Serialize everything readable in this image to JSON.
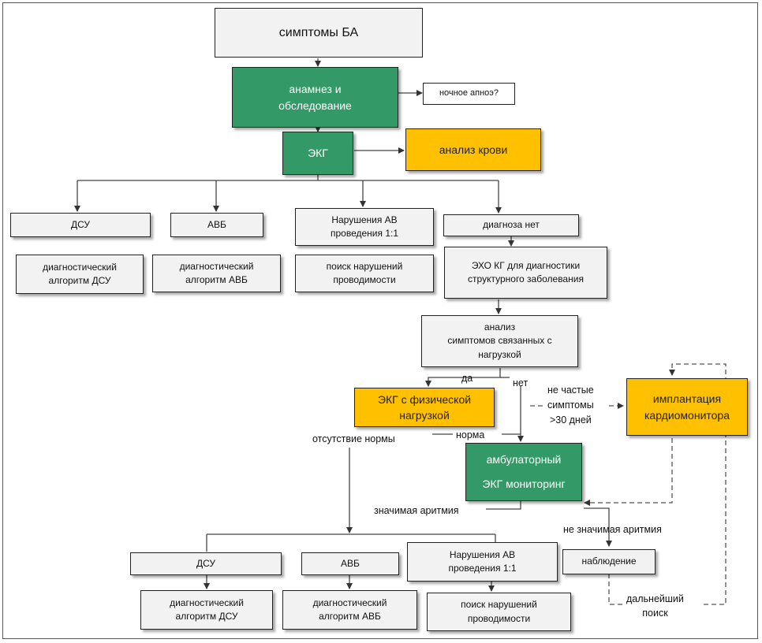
{
  "nodes": {
    "symptoms": "симптомы БА",
    "anamnesis": "анамнез и\nобследование",
    "sleep_apnea": "ночное апноэ?",
    "ecg": "ЭКГ",
    "blood": "анализ крови",
    "dsu_top": "ДСУ",
    "avb_top": "АВБ",
    "av_top": "Нарушения АВ\nпроведения 1:1",
    "no_diag": "диагноза нет",
    "dsu_alg_top": "диагностический\nалгоритм ДСУ",
    "avb_alg_top": "диагностический\nалгоритм АВБ",
    "cond_top": "поиск нарушений\nпроводимости",
    "echo": "ЭХО КГ для диагностики\nструктурного заболевания",
    "load": "анализ\nсимптомов связанных с\nнагрузкой",
    "stress_ecg": "ЭКГ с физической\nнагрузкой",
    "monitor_impl": "имплантация\nкардиомонитора",
    "holter": "амбулаторный\n\nЭКГ мониторинг",
    "dsu_bot": "ДСУ",
    "avb_bot": "АВБ",
    "av_bot": "Нарушения АВ\nпроведения 1:1",
    "observation": "наблюдение",
    "dsu_alg_bot": "диагностический\nалгоритм ДСУ",
    "avb_alg_bot": "диагностический\nалгоритм АВБ",
    "cond_bot": "поиск нарушений\nпроводимости"
  },
  "labels": {
    "yes": "да",
    "no": "нет",
    "rare": "не частые\nсимптомы\n>30 дней",
    "abnormal": "отсутствие нормы",
    "norm": "норма",
    "significant": "значимая аритмия",
    "not_significant": "не значимая аритмия",
    "further": "дальнейший\nпоиск"
  },
  "colors": {
    "green": "#339966",
    "yellow": "#ffc000",
    "grey": "#f2f2f2"
  }
}
